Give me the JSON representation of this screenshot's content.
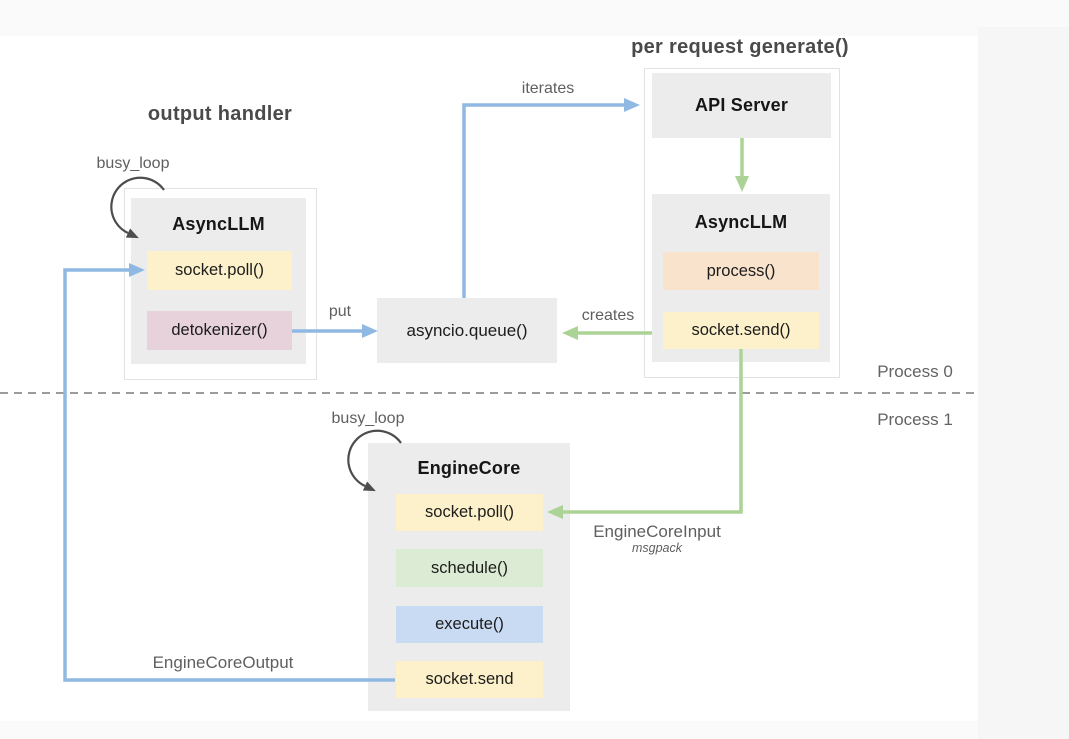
{
  "captions": {
    "output_handler": "output handler",
    "per_request_generate": "per request generate()"
  },
  "process_bands": {
    "top": "Process 0",
    "bottom": "Process 1"
  },
  "nodes": {
    "left_asyncllm": {
      "title": "AsyncLLM",
      "methods": [
        {
          "label": "socket.poll()",
          "color": "#fcf1ca"
        },
        {
          "label": "detokenizer()",
          "color": "#e7d1db"
        }
      ]
    },
    "api_server": {
      "title": "API Server"
    },
    "right_asyncllm": {
      "title": "AsyncLLM",
      "methods": [
        {
          "label": "process()",
          "color": "#fae3cc"
        },
        {
          "label": "socket.send()",
          "color": "#fcf1ca"
        }
      ]
    },
    "asyncio_queue": {
      "title": "asyncio.queue()"
    },
    "engine_core": {
      "title": "EngineCore",
      "methods": [
        {
          "label": "socket.poll()",
          "color": "#fcf1ca"
        },
        {
          "label": "schedule()",
          "color": "#dcebd3"
        },
        {
          "label": "execute()",
          "color": "#c9daf3"
        },
        {
          "label": "socket.send",
          "color": "#fcf1ca"
        }
      ]
    }
  },
  "edges": {
    "busy_loop_left": {
      "label": "busy_loop",
      "from": "AsyncLLM",
      "to": "AsyncLLM"
    },
    "busy_loop_bottom": {
      "label": "busy_loop",
      "from": "EngineCore",
      "to": "EngineCore"
    },
    "iterates": {
      "label": "iterates",
      "from": "asyncio.queue()",
      "to": "API Server",
      "color": "#8fb9e3"
    },
    "put": {
      "label": "put",
      "from": "detokenizer()",
      "to": "asyncio.queue()",
      "color": "#8fb9e3"
    },
    "creates": {
      "label": "creates",
      "from": "AsyncLLM",
      "to": "asyncio.queue()",
      "color": "#abd396"
    },
    "api_to_asyncllm": {
      "label": "",
      "from": "API Server",
      "to": "AsyncLLM",
      "color": "#abd396"
    },
    "engine_core_input": {
      "label": "EngineCoreInput",
      "sublabel": "msgpack",
      "from": "socket.send()",
      "to": "socket.poll()",
      "color": "#abd396"
    },
    "engine_core_output": {
      "label": "EngineCoreOutput",
      "from": "socket.send",
      "to": "socket.poll()",
      "color": "#8fb9e3"
    }
  },
  "colors": {
    "arrow_blue": "#8fb9e3",
    "arrow_green": "#abd396",
    "loop_arrow": "#4d4d4d",
    "container_gray": "#ececec",
    "outer_border": "#e2e2e2",
    "dashed_divider": "#9b9b9b",
    "method_yellow": "#fcf1ca",
    "method_pink": "#e7d1db",
    "method_peach": "#fae3cc",
    "method_green": "#dcebd3",
    "method_blue": "#c9daf3",
    "page_background": "#fafafa"
  }
}
